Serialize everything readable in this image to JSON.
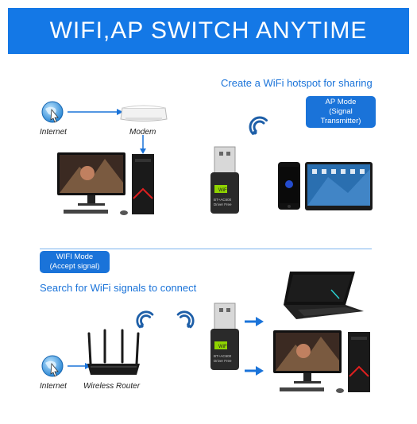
{
  "banner": {
    "title": "WIFI,AP SWITCH ANYTIME"
  },
  "ap_section": {
    "caption": "Create a WiFi hotspot for sharing",
    "badge_line1": "AP Mode",
    "badge_line2": "(Signal Transmitter)",
    "internet_label": "Internet",
    "modem_label": "Modem"
  },
  "wifi_section": {
    "badge_line1": "WIFI Mode",
    "badge_line2": "(Accept signal)",
    "caption": "Search for WiFi signals to connect",
    "internet_label": "Internet",
    "router_label": "Wireless Router"
  },
  "adapter": {
    "logo_text": "WiFi",
    "spec_line1": "BT+AC600",
    "spec_line2": "Driver Free"
  },
  "colors": {
    "accent": "#1478e6",
    "text_blue": "#1a73d9",
    "divider": "#7cb4ee"
  }
}
